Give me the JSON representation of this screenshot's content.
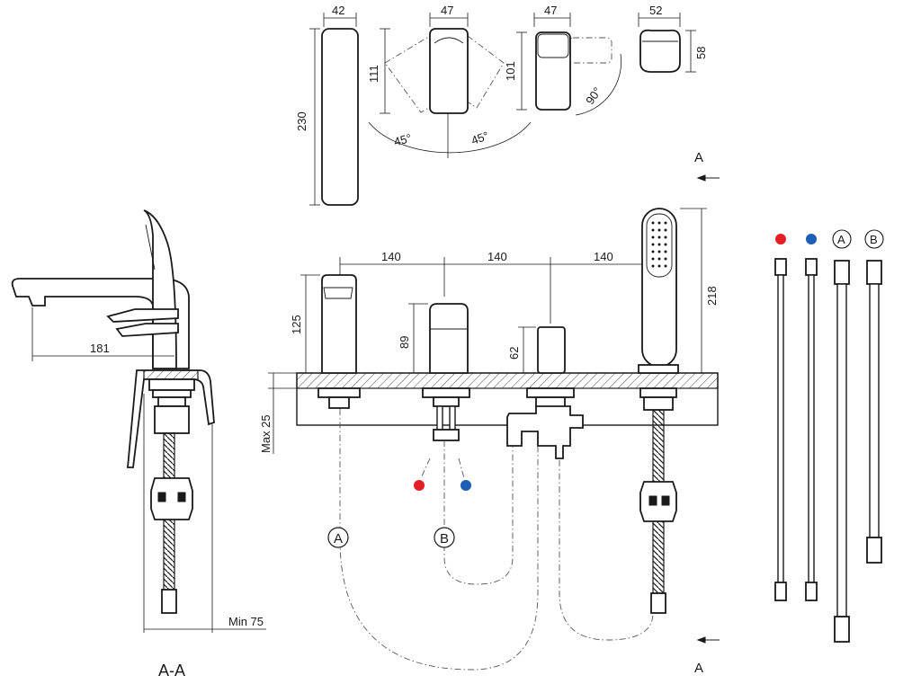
{
  "dimensions": {
    "spout_width": "42",
    "spout_height": "230",
    "lever_width": "47",
    "lever_height": "111",
    "swing_left": "45°",
    "swing_right": "45°",
    "diverter_width": "47",
    "diverter_height": "101",
    "diverter_rotation": "90°",
    "valve_width": "52",
    "valve_height": "58",
    "spacing_1": "140",
    "spacing_2": "140",
    "spacing_3": "140",
    "spout_body_height": "125",
    "mixer_height": "89",
    "diverter_body_height": "62",
    "handshower_height": "218",
    "deck_thickness": "Max 25",
    "spout_reach": "181",
    "hose_clearance": "Min 75"
  },
  "section": {
    "marker_top": "A",
    "marker_bottom": "A",
    "view_label": "A-A"
  },
  "connections": {
    "label_a": "A",
    "label_b": "B"
  },
  "colors": {
    "hot": "#e31e24",
    "cold": "#1e5eb4",
    "line": "#1a1a1a"
  }
}
